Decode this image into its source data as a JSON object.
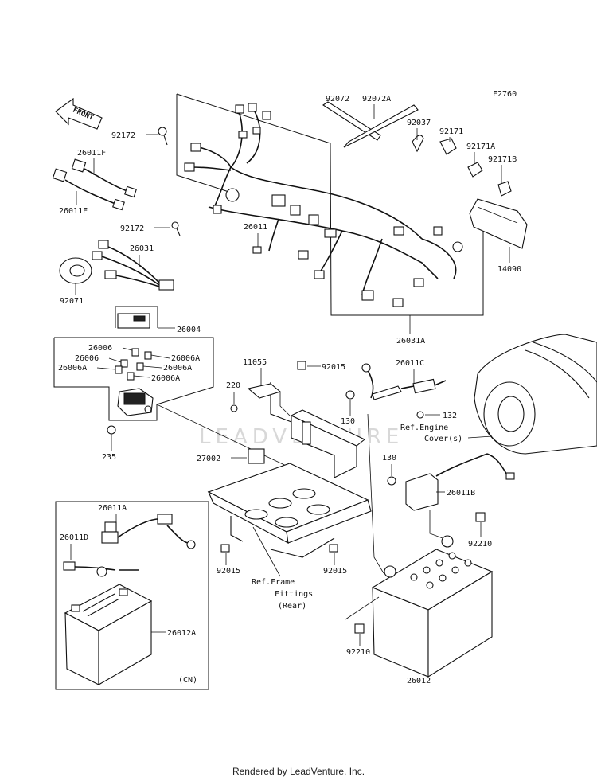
{
  "figure_code": "F2760",
  "front_label": "FRONT",
  "watermark": "LEADVENTURE",
  "footer": "Rendered by LeadVenture, Inc.",
  "cn_label": "(CN)",
  "refs": {
    "engine_cover_1": "Ref.Engine",
    "engine_cover_2": "Cover(s)",
    "frame_1": "Ref.Frame",
    "frame_2": "Fittings",
    "frame_3": "(Rear)"
  },
  "parts": {
    "p92072": "92072",
    "p92072A": "92072A",
    "p92037": "92037",
    "p92171": "92171",
    "p92171A": "92171A",
    "p92171B": "92171B",
    "p14090": "14090",
    "p92172a": "92172",
    "p92172b": "92172",
    "p26011F": "26011F",
    "p26011E": "26011E",
    "p26011": "26011",
    "p26031": "26031",
    "p92071": "92071",
    "p26031A": "26031A",
    "p26004": "26004",
    "p26006a": "26006",
    "p26006b": "26006",
    "p26006Aa": "26006A",
    "p26006Ab": "26006A",
    "p26006Ac": "26006A",
    "p26006Ad": "26006A",
    "p11055": "11055",
    "p92015a": "92015",
    "p26011C": "26011C",
    "p220": "220",
    "p130a": "130",
    "p132": "132",
    "p235": "235",
    "p27002": "27002",
    "p130b": "130",
    "p26011B": "26011B",
    "p26011A": "26011A",
    "p26011D": "26011D",
    "p92210a": "92210",
    "p92015b": "92015",
    "p92015c": "92015",
    "p26012A": "26012A",
    "p92210b": "92210",
    "p26012": "26012"
  }
}
